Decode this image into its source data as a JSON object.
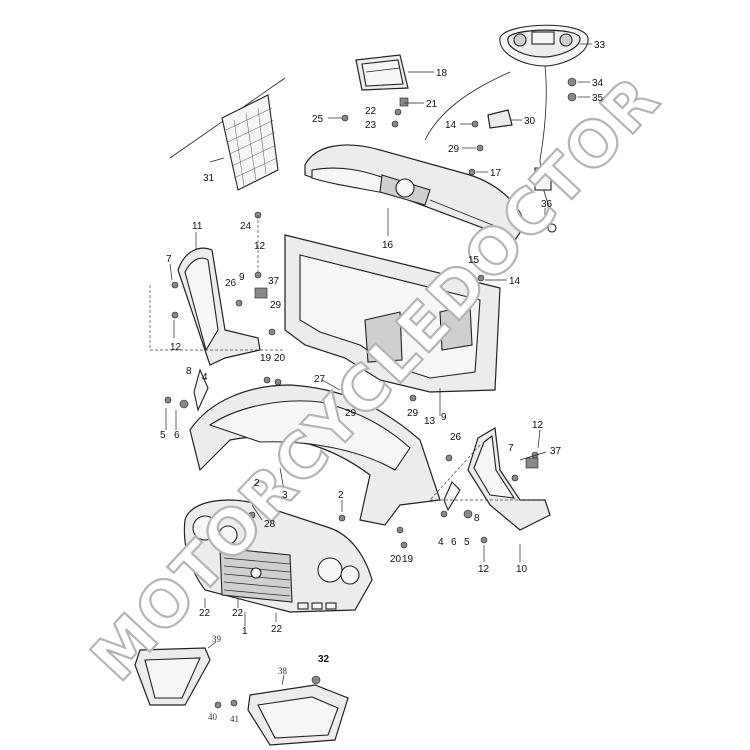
{
  "watermark": "MOTORCYCLEDOCTOR",
  "labels": {
    "l1": "1",
    "l2a": "2",
    "l2b": "2",
    "l3": "3",
    "l4a": "4",
    "l4b": "4",
    "l5a": "5",
    "l5b": "5",
    "l6a": "6",
    "l6b": "6",
    "l7a": "7",
    "l7b": "7",
    "l8a": "8",
    "l8b": "8",
    "l9a": "9",
    "l9b": "9",
    "l10": "10",
    "l11": "11",
    "l12a": "12",
    "l12b": "12",
    "l12c": "12",
    "l12d": "12",
    "l13": "13",
    "l14a": "14",
    "l14b": "14",
    "l15": "15",
    "l16": "16",
    "l17": "17",
    "l18": "18",
    "l19a": "19",
    "l19b": "19",
    "l20a": "20",
    "l20b": "20",
    "l21": "21",
    "l22a": "22",
    "l22b": "22",
    "l22c": "22",
    "l22d": "22",
    "l23": "23",
    "l24": "24",
    "l25": "25",
    "l26a": "26",
    "l26b": "26",
    "l27": "27",
    "l28": "28",
    "l29a": "29",
    "l29b": "29",
    "l29c": "29",
    "l29d": "29",
    "l30": "30",
    "l31": "31",
    "l32": "32",
    "l33": "33",
    "l34": "34",
    "l35": "35",
    "l36": "36",
    "l37a": "37",
    "l37b": "37",
    "l38": "38",
    "l39": "39",
    "l40": "40",
    "l41": "41"
  }
}
